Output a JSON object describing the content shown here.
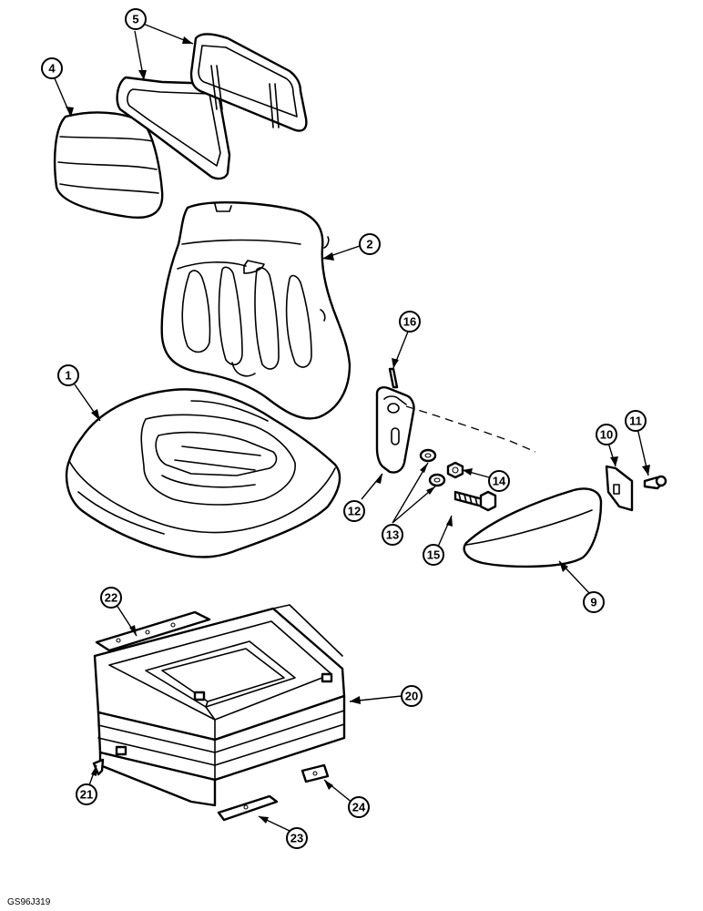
{
  "drawing_ref": "GS96J319",
  "callouts": {
    "c1": "1",
    "c2": "2",
    "c4": "4",
    "c5": "5",
    "c9": "9",
    "c10": "10",
    "c11": "11",
    "c12": "12",
    "c13": "13",
    "c14": "14",
    "c15": "15",
    "c16": "16",
    "c20": "20",
    "c21": "21",
    "c22": "22",
    "c23": "23",
    "c24": "24"
  }
}
